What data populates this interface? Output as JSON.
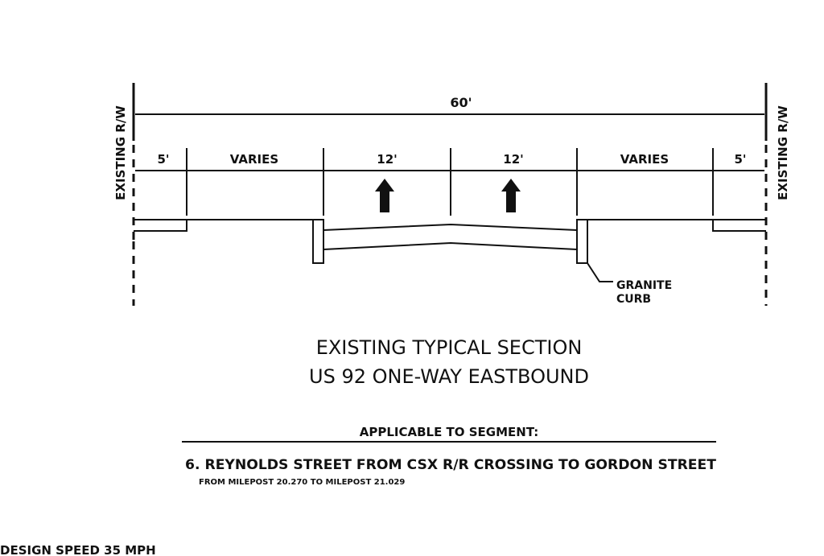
{
  "drawing": {
    "left_row_label": "EXISTING R/W",
    "right_row_label": "EXISTING R/W",
    "total_width": "60'",
    "dimensions": [
      "5'",
      "VARIES",
      "12'",
      "12'",
      "VARIES",
      "5'"
    ],
    "curb_label_line1": "GRANITE",
    "curb_label_line2": "CURB",
    "lane_arrows": [
      "up-arrow",
      "up-arrow"
    ]
  },
  "title": {
    "line1": "EXISTING TYPICAL SECTION",
    "line2": "US 92 ONE-WAY EASTBOUND"
  },
  "segment": {
    "heading": "APPLICABLE TO SEGMENT:",
    "item": "6. REYNOLDS STREET FROM CSX R/R CROSSING TO GORDON STREET",
    "milepost": "FROM MILEPOST 20.270 TO MILEPOST 21.029"
  },
  "design_speed": "DESIGN SPEED 35 MPH"
}
